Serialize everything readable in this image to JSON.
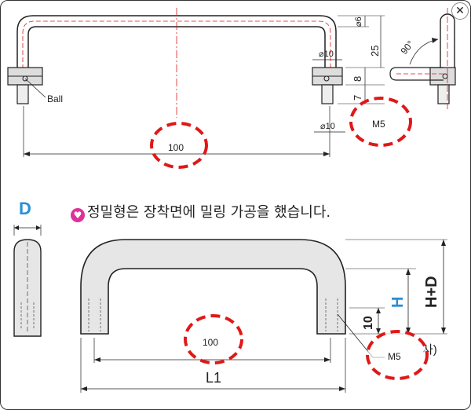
{
  "top_view": {
    "ball_label": "Ball",
    "dim_6": "6",
    "dim_25": "25",
    "dim_8": "8",
    "dim_7": "7",
    "dim_dia10_top": "⌀10",
    "dim_dia10_bottom": "⌀10",
    "angle_90": "90°",
    "annot_center": "100",
    "annot_right": "M5"
  },
  "bottom_view": {
    "d_label": "D",
    "note_icon": "♥",
    "note": "정밀형은 장착면에 밀링 가공을 했습니다.",
    "h_label": "H",
    "hd_label": "H+D",
    "dim_10": "10",
    "l1_label": "L1",
    "sa_label": "사)",
    "annot_center": "100",
    "annot_right": "M5"
  },
  "colors": {
    "annotation_red": "#e01818",
    "label_blue": "#2b8fd6",
    "note_icon_magenta": "#e0309a",
    "handle_fill": "#e6e6e6"
  }
}
